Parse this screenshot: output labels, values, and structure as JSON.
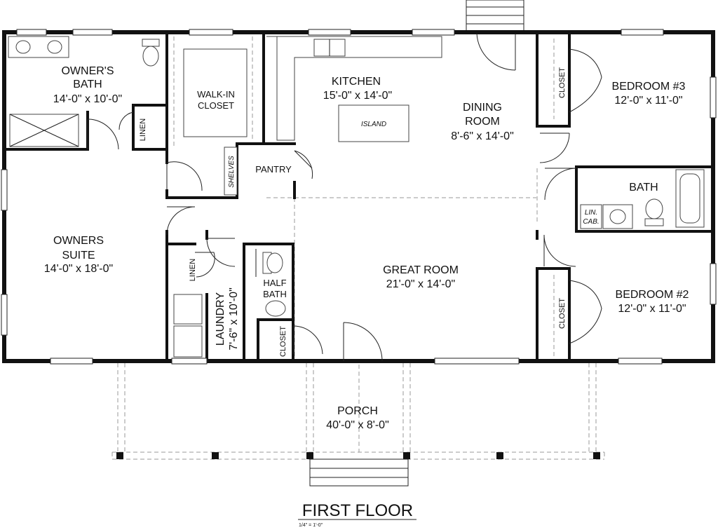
{
  "title": "FIRST FLOOR",
  "scale": "1/4\" = 1'-0\"",
  "rooms": {
    "owners_bath": {
      "name_1": "OWNER'S",
      "name_2": "BATH",
      "dims": "14'-0\" x 10'-0\""
    },
    "walk_in_closet": {
      "name_1": "WALK-IN",
      "name_2": "CLOSET"
    },
    "kitchen": {
      "name": "KITCHEN",
      "dims": "15'-0\" x 14'-0\""
    },
    "island": "ISLAND",
    "dining_room": {
      "name_1": "DINING",
      "name_2": "ROOM",
      "dims": "8'-6\" x 14'-0\""
    },
    "bedroom3": {
      "name": "BEDROOM #3",
      "dims": "12'-0\" x 11'-0\""
    },
    "closet_b3": "CLOSET",
    "linen_owner": "LINEN",
    "shelves": "SHELVES",
    "pantry": "PANTRY",
    "bath": "BATH",
    "lin_cab_1": "LIN.",
    "lin_cab_2": "CAB.",
    "owners_suite": {
      "name_1": "OWNERS",
      "name_2": "SUITE",
      "dims": "14'-0\" x 18'-0\""
    },
    "linen_laundry": "LINEN",
    "laundry": {
      "name": "LAUNDRY",
      "dims": "7'-6\" x 10'-0\""
    },
    "half_bath": {
      "name_1": "HALF",
      "name_2": "BATH"
    },
    "closet_entry": "CLOSET",
    "great_room": {
      "name": "GREAT ROOM",
      "dims": "21'-0\" x 14'-0\""
    },
    "bedroom2": {
      "name": "BEDROOM #2",
      "dims": "12'-0\" x 11'-0\""
    },
    "closet_b2": "CLOSET",
    "porch": {
      "name": "PORCH",
      "dims": "40'-0\" x 8'-0\""
    }
  }
}
